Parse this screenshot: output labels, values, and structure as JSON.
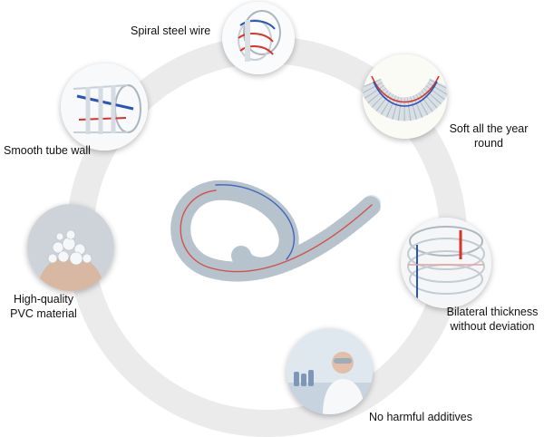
{
  "features": [
    {
      "id": "spiral",
      "label_lines": [
        "Spiral steel wire"
      ],
      "icon": "spiral-wire-photo"
    },
    {
      "id": "soft",
      "label_lines": [
        "Soft all the year",
        "round"
      ],
      "icon": "bent-hose-photo"
    },
    {
      "id": "smooth",
      "label_lines": [
        "Smooth tube wall"
      ],
      "icon": "hose-section-photo"
    },
    {
      "id": "pvc",
      "label_lines": [
        "High-quality",
        "PVC material"
      ],
      "icon": "pvc-granules-photo"
    },
    {
      "id": "bilateral",
      "label_lines": [
        "Bilateral thickness",
        "without deviation"
      ],
      "icon": "hose-crosssection-photo"
    },
    {
      "id": "additives",
      "label_lines": [
        "No harmful additives"
      ],
      "icon": "lab-scientist-photo"
    }
  ],
  "colors": {
    "ring": "#ebebeb",
    "wire_red": "#d9342b",
    "wire_blue": "#2a55b8",
    "tube": "#c9d4dc"
  }
}
